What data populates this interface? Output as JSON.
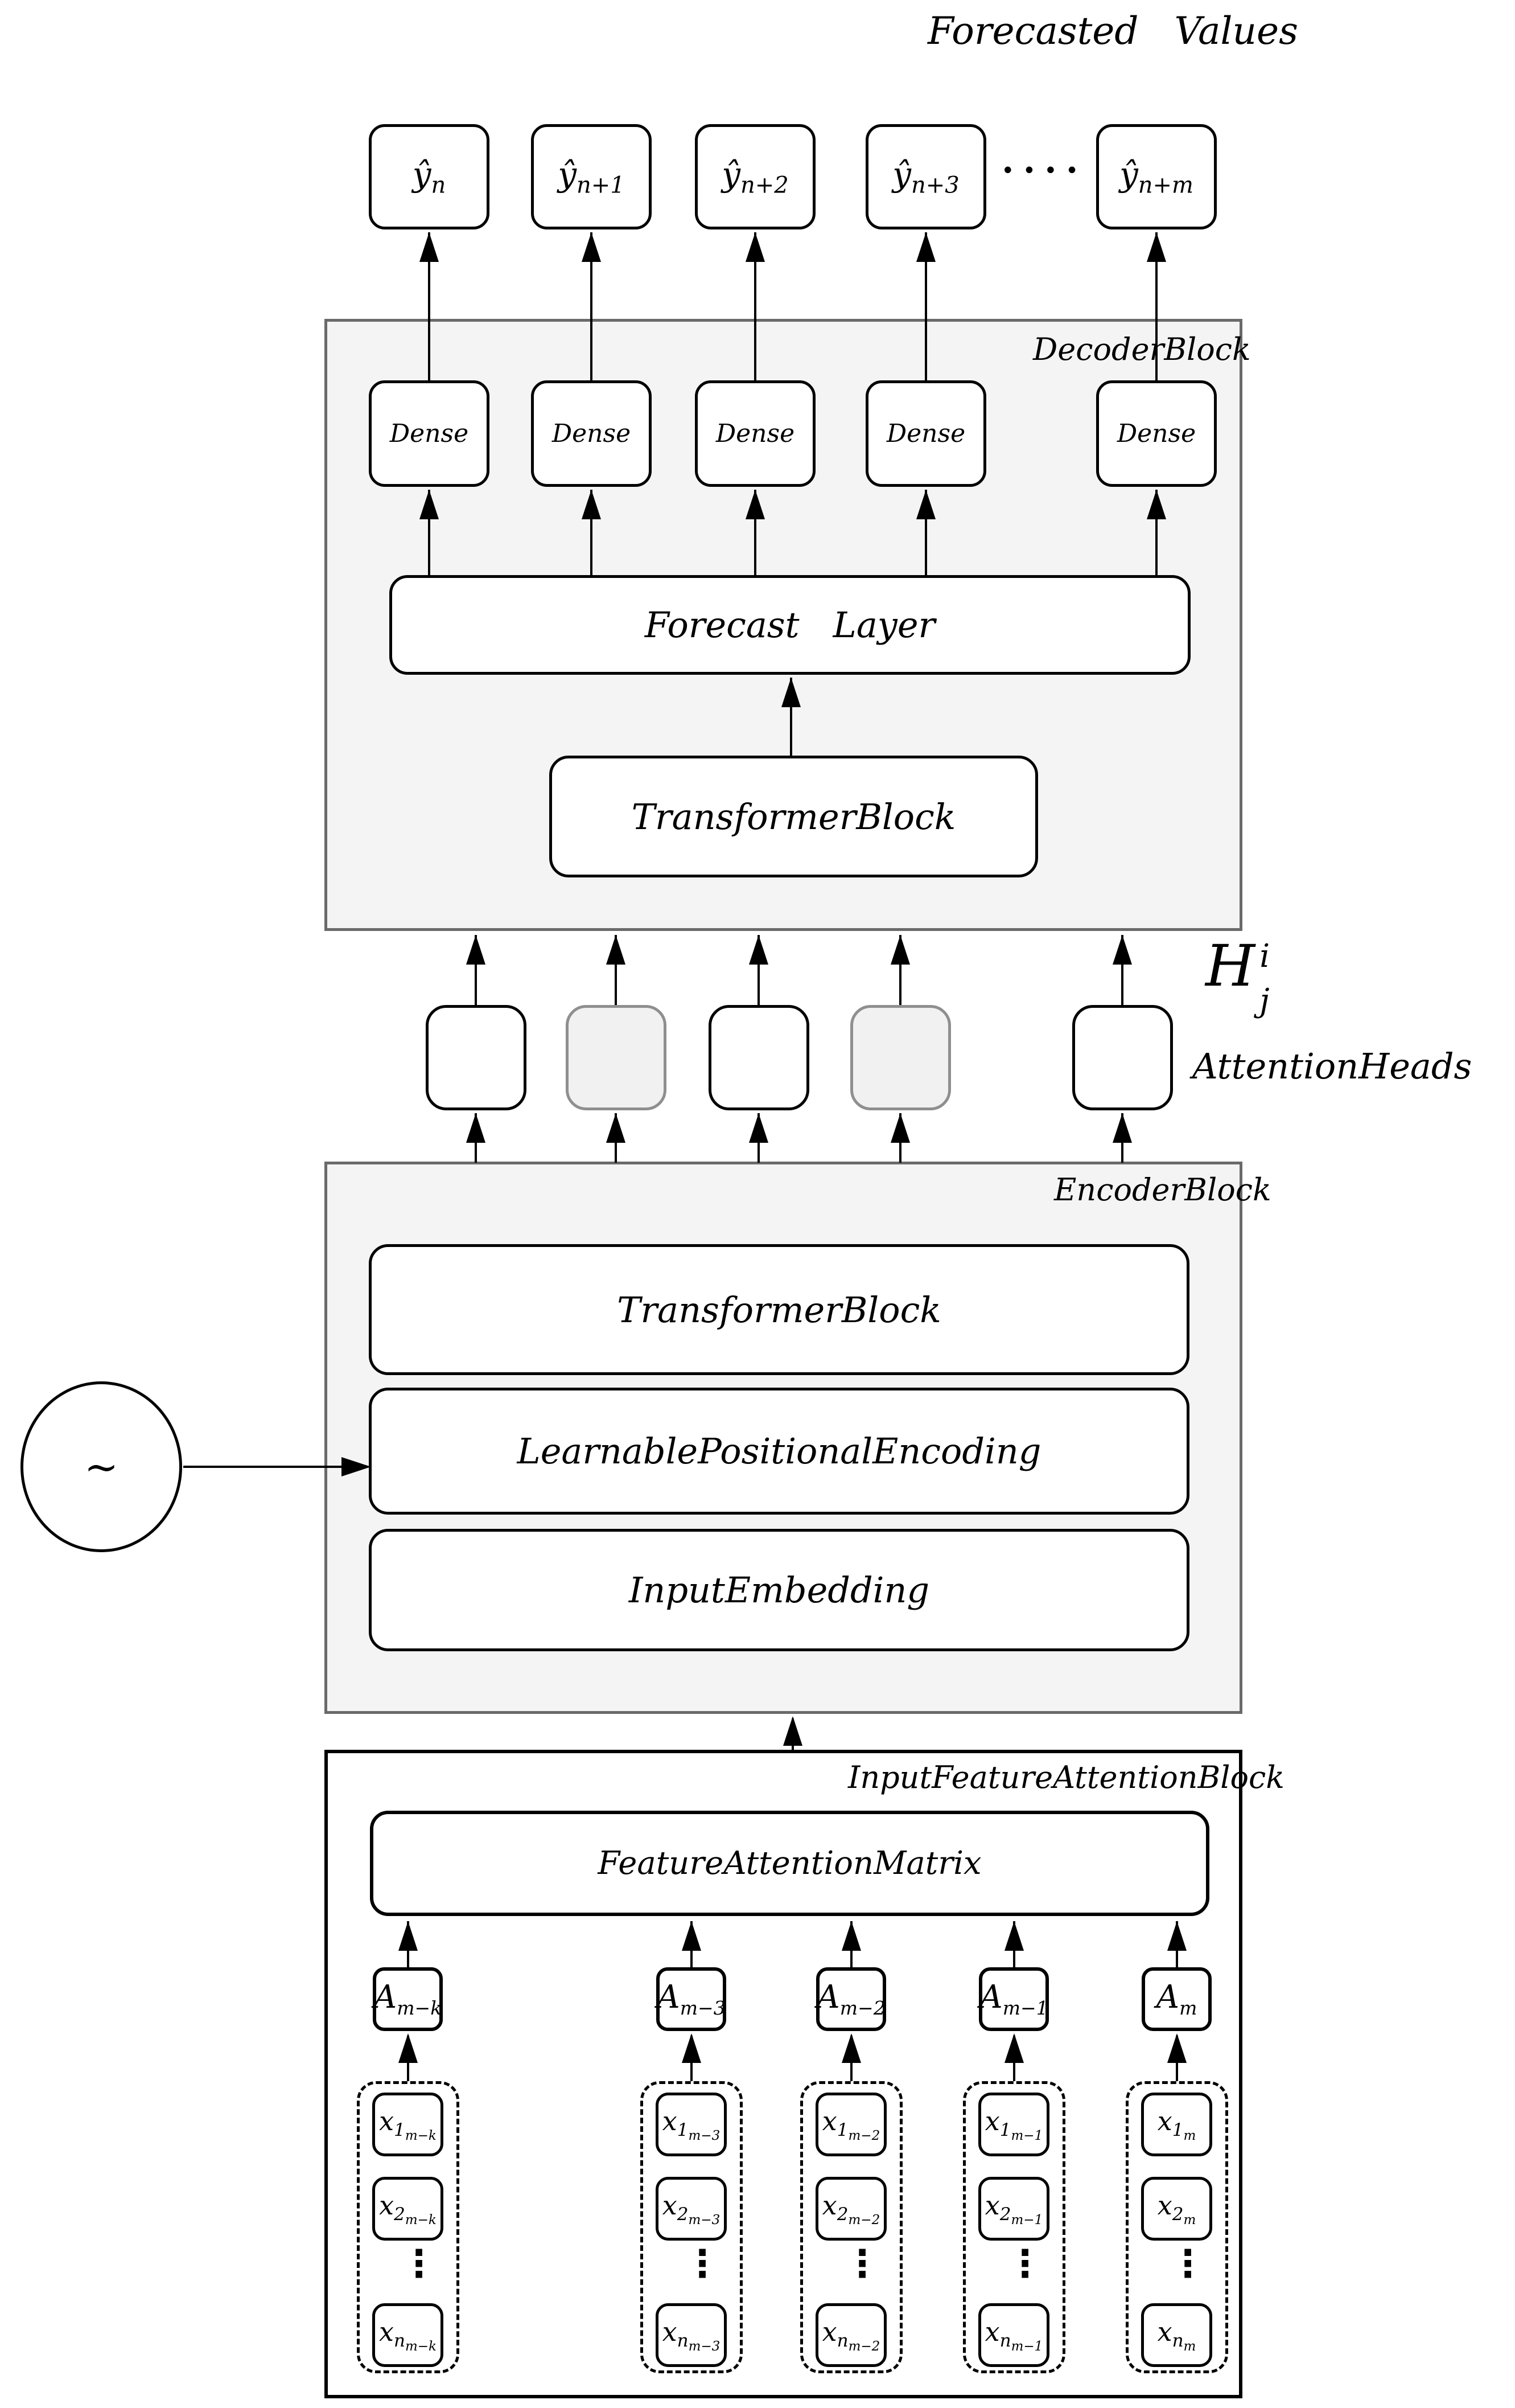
{
  "title": "Forecasted   Values",
  "colors": {
    "background": "#ffffff",
    "block_fill": "#f4f4f4",
    "block_border": "#6a6a6a",
    "node_border": "#000000",
    "alt_head_fill": "#f1f1f1",
    "alt_head_border": "#8f8f8f",
    "line": "#000000"
  },
  "output_row": {
    "boxes": [
      {
        "base": "ŷ",
        "sub": "n"
      },
      {
        "base": "ŷ",
        "sub": "n+1"
      },
      {
        "base": "ŷ",
        "sub": "n+2"
      },
      {
        "base": "ŷ",
        "sub": "n+3"
      },
      {
        "base": "ŷ",
        "sub": "n+m"
      }
    ],
    "dots": "····"
  },
  "decoder": {
    "label": "DecoderBlock",
    "dense_boxes": [
      "Dense",
      "Dense",
      "Dense",
      "Dense",
      "Dense"
    ],
    "forecast_layer": "Forecast   Layer",
    "transformer_block": "TransformerBlock"
  },
  "attention": {
    "h": {
      "base": "H",
      "sup": "i",
      "sub": "j"
    },
    "label": "AttentionHeads"
  },
  "encoder": {
    "label": "EncoderBlock",
    "transformer_block": "TransformerBlock",
    "positional_encoding": "LearnablePositionalEncoding",
    "input_embedding": "InputEmbedding"
  },
  "noise": {
    "symbol": "∼"
  },
  "input_block": {
    "label": "InputFeatureAttentionBlock",
    "feature_attention_matrix": "FeatureAttentionMatrix",
    "a_row": [
      {
        "base": "A",
        "sub": "m−k"
      },
      {
        "base": "A",
        "sub": "m−3"
      },
      {
        "base": "A",
        "sub": "m−2"
      },
      {
        "base": "A",
        "sub": "m−1"
      },
      {
        "base": "A",
        "sub": "m"
      }
    ],
    "columns": [
      {
        "vdots": "⋮",
        "rows": [
          {
            "base": "x",
            "sub": "1",
            "subsub": "m−k"
          },
          {
            "base": "x",
            "sub": "2",
            "subsub": "m−k"
          },
          {
            "base": "x",
            "sub": "n",
            "subsub": "m−k"
          }
        ]
      },
      {
        "vdots": "⋮",
        "rows": [
          {
            "base": "x",
            "sub": "1",
            "subsub": "m−3"
          },
          {
            "base": "x",
            "sub": "2",
            "subsub": "m−3"
          },
          {
            "base": "x",
            "sub": "n",
            "subsub": "m−3"
          }
        ]
      },
      {
        "vdots": "⋮",
        "rows": [
          {
            "base": "x",
            "sub": "1",
            "subsub": "m−2"
          },
          {
            "base": "x",
            "sub": "2",
            "subsub": "m−2"
          },
          {
            "base": "x",
            "sub": "n",
            "subsub": "m−2"
          }
        ]
      },
      {
        "vdots": "⋮",
        "rows": [
          {
            "base": "x",
            "sub": "1",
            "subsub": "m−1"
          },
          {
            "base": "x",
            "sub": "2",
            "subsub": "m−1"
          },
          {
            "base": "x",
            "sub": "n",
            "subsub": "m−1"
          }
        ]
      },
      {
        "vdots": "⋮",
        "rows": [
          {
            "base": "x",
            "sub": "1",
            "subsub": "m"
          },
          {
            "base": "x",
            "sub": "2",
            "subsub": "m"
          },
          {
            "base": "x",
            "sub": "n",
            "subsub": "m"
          }
        ]
      }
    ]
  }
}
